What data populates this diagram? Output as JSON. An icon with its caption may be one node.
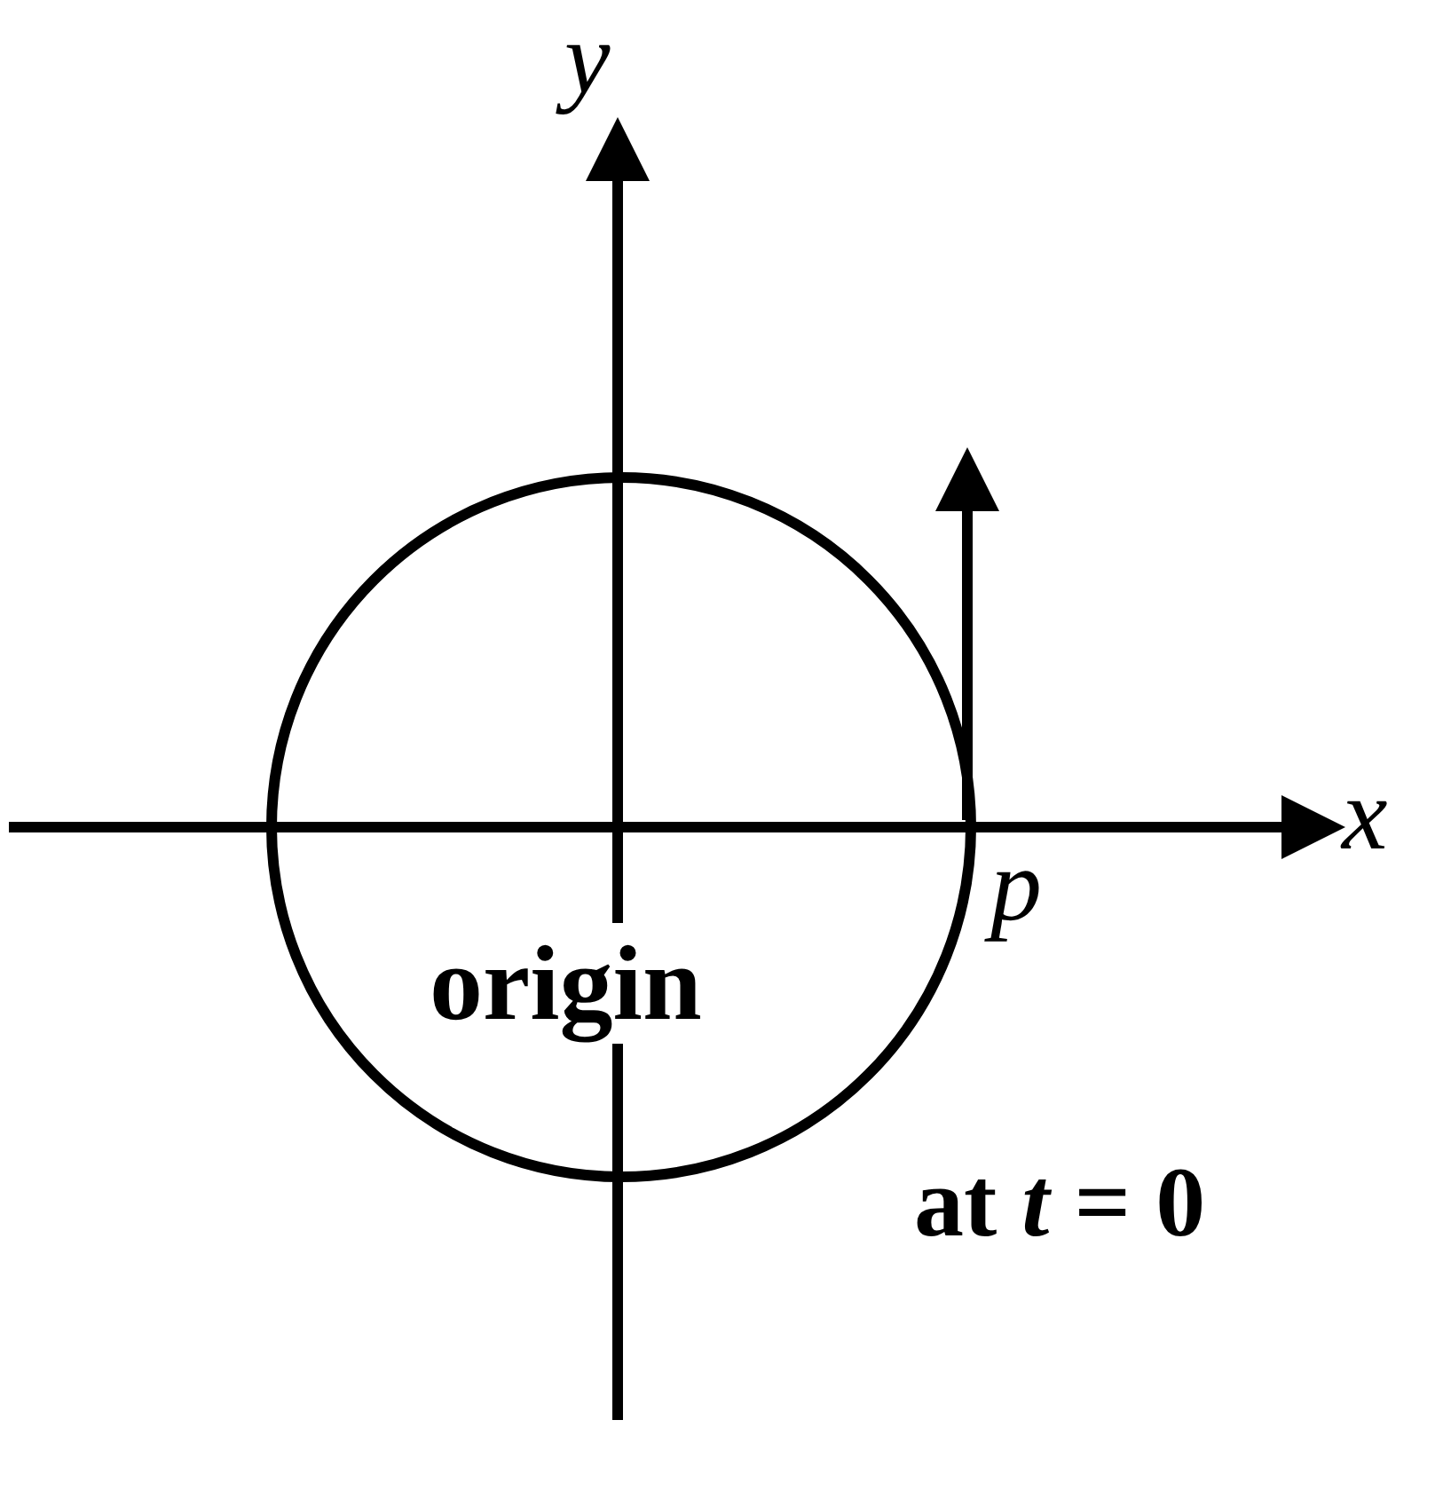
{
  "diagram": {
    "labels": [
      "y",
      "x",
      "p",
      "origin",
      "at *t* = 0"
    ]
  }
}
